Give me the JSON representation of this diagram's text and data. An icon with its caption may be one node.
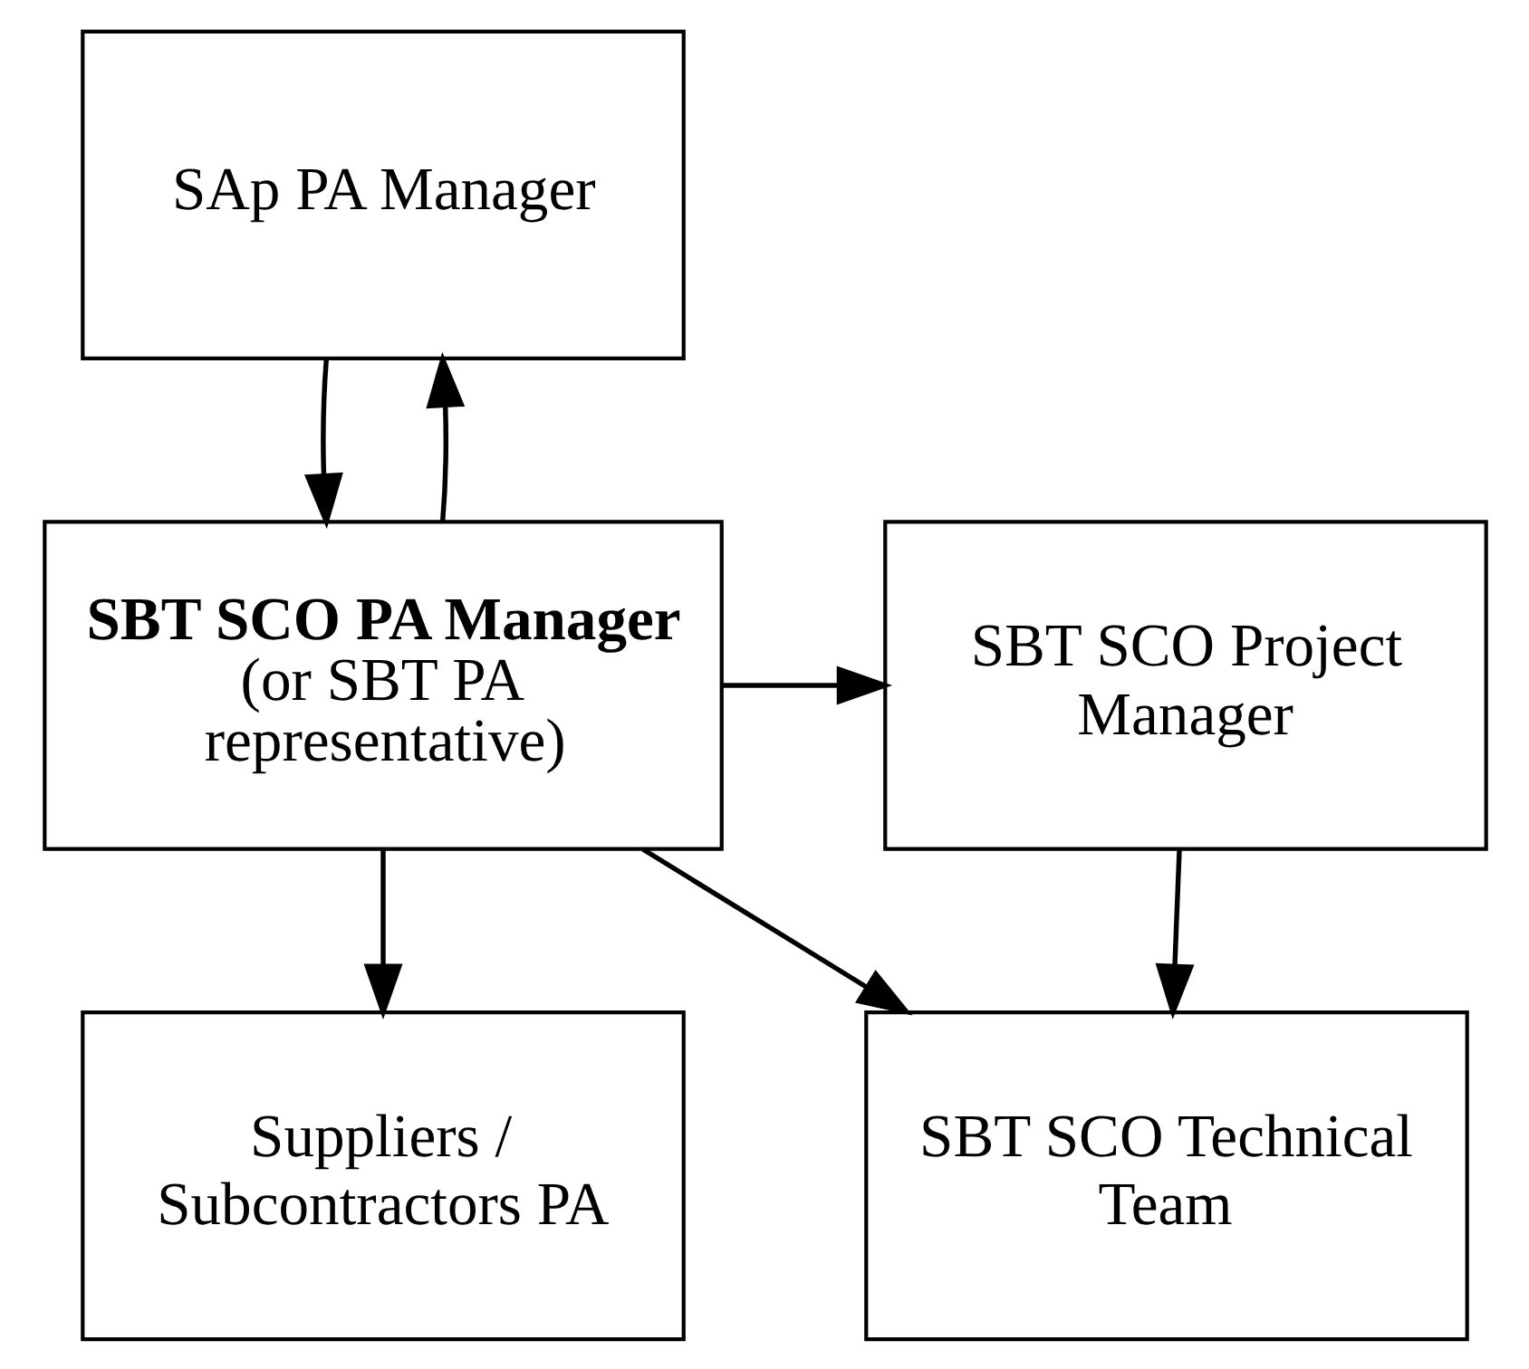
{
  "diagram": {
    "nodes": [
      {
        "text": [
          "SAp PA Manager"
        ]
      },
      {
        "text": [
          "SBT SCO Project Manager"
        ]
      },
      {
        "text": [
          "**SBT SCO PA Manager** (or SBT PA representative)"
        ]
      },
      {
        "text": [
          "SBT SCO Technical Team"
        ]
      },
      {
        "text": [
          "Suppliers / Subcontractors PA"
        ]
      }
    ],
    "edges": [
      {
        "from": 2,
        "to": 0,
        "arrow": "to"
      },
      {
        "from": 0,
        "to": 2,
        "arrow": "to"
      },
      {
        "from": 2,
        "to": 1,
        "arrow": "to"
      },
      {
        "from": 1,
        "to": 3,
        "arrow": "to"
      },
      {
        "from": 2,
        "to": 3,
        "arrow": "to"
      },
      {
        "from": 2,
        "to": 4,
        "arrow": "to"
      }
    ]
  }
}
